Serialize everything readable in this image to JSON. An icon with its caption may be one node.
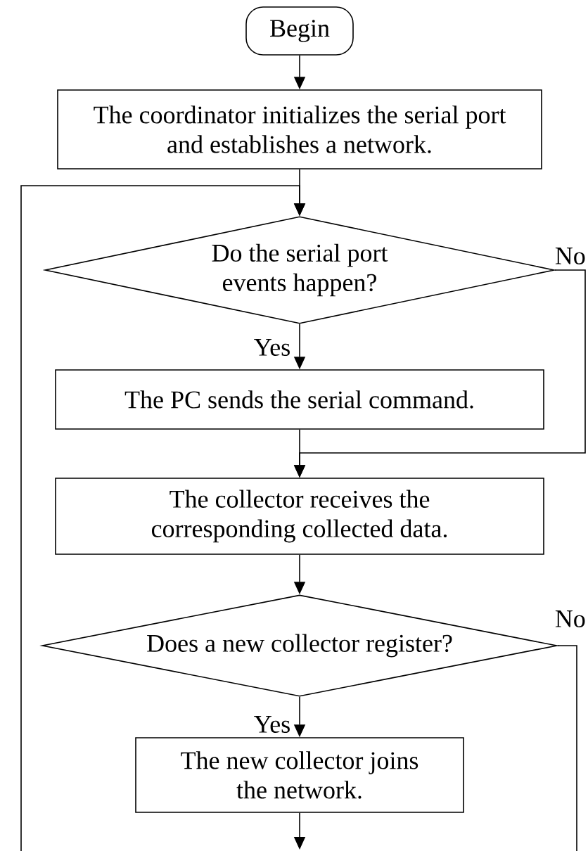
{
  "diagram": {
    "nodes": [
      {
        "text": [
          "Begin"
        ]
      },
      {
        "text": [
          "The coordinator initializes the serial port and establishes a network."
        ]
      },
      {
        "text": [
          "Do the serial port events happen?"
        ]
      },
      {
        "text": [
          "The PC sends the serial command."
        ]
      },
      {
        "text": [
          "The collector receives the corresponding collected data."
        ]
      },
      {
        "text": [
          "Does a new collector register?"
        ]
      },
      {
        "text": [
          "The new collector joins the network."
        ]
      }
    ],
    "edges": [
      {
        "from": 0,
        "to": 1,
        "arrow": "to"
      },
      {
        "from": 1,
        "to": 2,
        "arrow": "to"
      },
      {
        "from": 2,
        "to": 3,
        "arrow": "to",
        "label": "Yes"
      },
      {
        "from": 3,
        "to": 4,
        "arrow": "to"
      },
      {
        "from": 2,
        "to": 4,
        "arrow": "to",
        "label": "No"
      },
      {
        "from": 4,
        "to": 5,
        "arrow": "to"
      },
      {
        "from": 5,
        "to": 6,
        "arrow": "to",
        "label": "Yes"
      },
      {
        "from": 5,
        "to": null,
        "arrow": "none",
        "label": "No"
      },
      {
        "from": 6,
        "to": null,
        "arrow": "to"
      },
      {
        "from": null,
        "to": 2,
        "arrow": "to"
      }
    ]
  }
}
